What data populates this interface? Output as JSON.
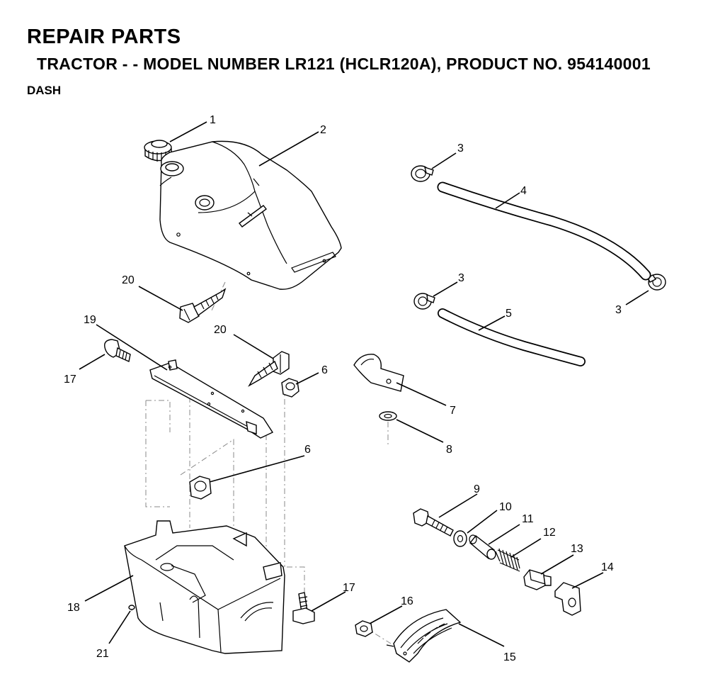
{
  "header": {
    "title": "REPAIR PARTS",
    "subtitle": "TRACTOR - - MODEL NUMBER LR121 (HCLR120A), PRODUCT NO. 954140001",
    "section": "DASH"
  },
  "callouts": {
    "c1": "1",
    "c2": "2",
    "c3a": "3",
    "c3b": "3",
    "c3c": "3",
    "c4": "4",
    "c5": "5",
    "c6a": "6",
    "c6b": "6",
    "c7": "7",
    "c8": "8",
    "c9": "9",
    "c10": "10",
    "c11": "11",
    "c12": "12",
    "c13": "13",
    "c14": "14",
    "c15": "15",
    "c16": "16",
    "c17a": "17",
    "c17b": "17",
    "c18": "18",
    "c19": "19",
    "c20a": "20",
    "c20b": "20",
    "c21": "21"
  }
}
